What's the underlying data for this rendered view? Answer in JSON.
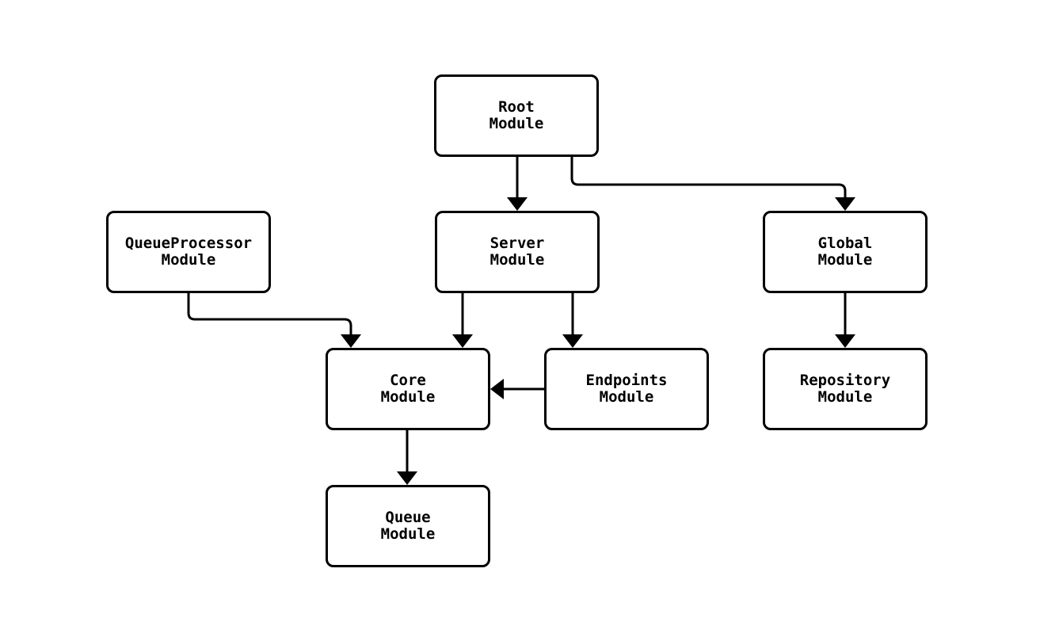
{
  "diagram": {
    "type": "module-dependency-flowchart",
    "colors": {
      "background": "#ffffff",
      "node_fill": "#ffffff",
      "node_border": "#000000",
      "edge": "#000000",
      "text": "#000000"
    },
    "nodes": [
      {
        "id": "root",
        "label": "Root\nModule"
      },
      {
        "id": "queueprocessor",
        "label": "QueueProcessor\nModule"
      },
      {
        "id": "server",
        "label": "Server\nModule"
      },
      {
        "id": "global",
        "label": "Global\nModule"
      },
      {
        "id": "core",
        "label": "Core\nModule"
      },
      {
        "id": "endpoints",
        "label": "Endpoints\nModule"
      },
      {
        "id": "repository",
        "label": "Repository\nModule"
      },
      {
        "id": "queue",
        "label": "Queue\nModule"
      }
    ],
    "edges": [
      {
        "from": "root",
        "to": "server"
      },
      {
        "from": "root",
        "to": "global"
      },
      {
        "from": "queueprocessor",
        "to": "core"
      },
      {
        "from": "server",
        "to": "core"
      },
      {
        "from": "server",
        "to": "endpoints"
      },
      {
        "from": "endpoints",
        "to": "core"
      },
      {
        "from": "global",
        "to": "repository"
      },
      {
        "from": "core",
        "to": "queue"
      }
    ]
  }
}
